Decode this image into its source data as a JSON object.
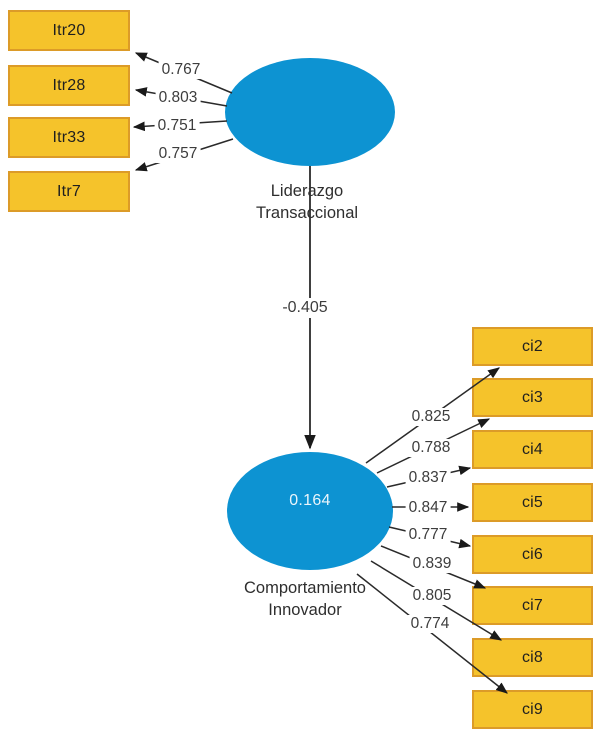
{
  "model": {
    "constructs": [
      {
        "id": "liderazgo-transaccional",
        "name_lines": [
          "Liderazgo",
          "Transaccional"
        ]
      },
      {
        "id": "comportamiento-innovador",
        "name_lines": [
          "Comportamiento",
          "Innovador"
        ],
        "r2": "0.164"
      }
    ],
    "path_coefficient": "-0.405",
    "left_indicators": [
      {
        "label": "Itr20",
        "loading": "0.767"
      },
      {
        "label": "Itr28",
        "loading": "0.803"
      },
      {
        "label": "Itr33",
        "loading": "0.751"
      },
      {
        "label": "Itr7",
        "loading": "0.757"
      }
    ],
    "right_indicators": [
      {
        "label": "ci2",
        "loading": "0.825"
      },
      {
        "label": "ci3",
        "loading": "0.788"
      },
      {
        "label": "ci4",
        "loading": "0.837"
      },
      {
        "label": "ci5",
        "loading": "0.847"
      },
      {
        "label": "ci6",
        "loading": "0.777"
      },
      {
        "label": "ci7",
        "loading": "0.839"
      },
      {
        "label": "ci8",
        "loading": "0.805"
      },
      {
        "label": "ci9",
        "loading": "0.774"
      }
    ],
    "colors": {
      "indicator_fill": "#F5C32B",
      "indicator_border": "#DC9B28",
      "construct_fill": "#0D93D2",
      "arrow_line": "#2a2a2a",
      "r2_text": "#eaf5fb"
    }
  }
}
